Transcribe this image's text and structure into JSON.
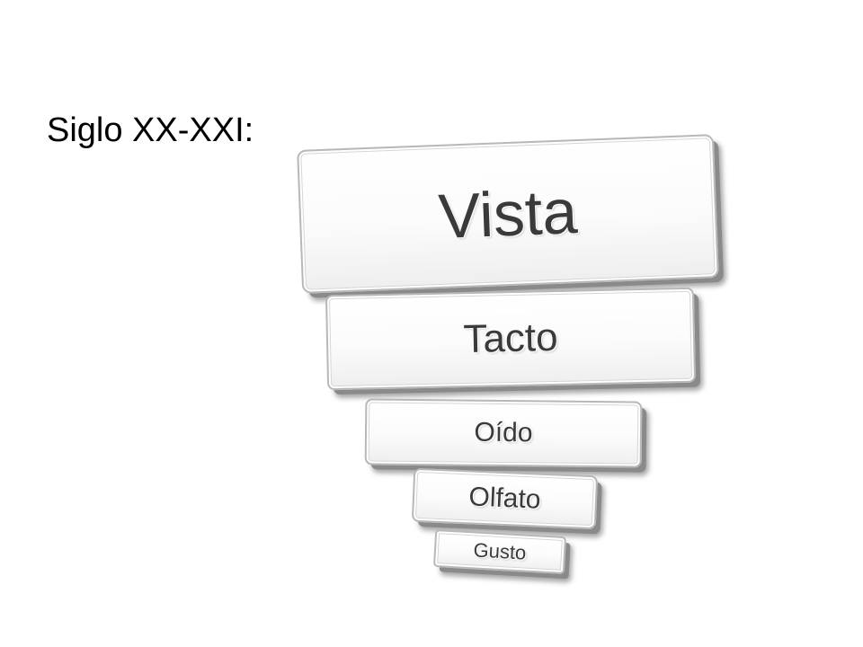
{
  "heading": "Siglo XX-XXI:",
  "senses": [
    {
      "label": "Vista",
      "rank": 1
    },
    {
      "label": "Tacto",
      "rank": 2
    },
    {
      "label": "Oído",
      "rank": 3
    },
    {
      "label": "Olfato",
      "rank": 4
    },
    {
      "label": "Gusto",
      "rank": 5
    }
  ],
  "colors": {
    "background": "#ffffff",
    "heading_text": "#000000",
    "box_text": "#3a3a3a",
    "box_border": "#b8b8b8",
    "box_shadow": "#8a8a8a"
  }
}
